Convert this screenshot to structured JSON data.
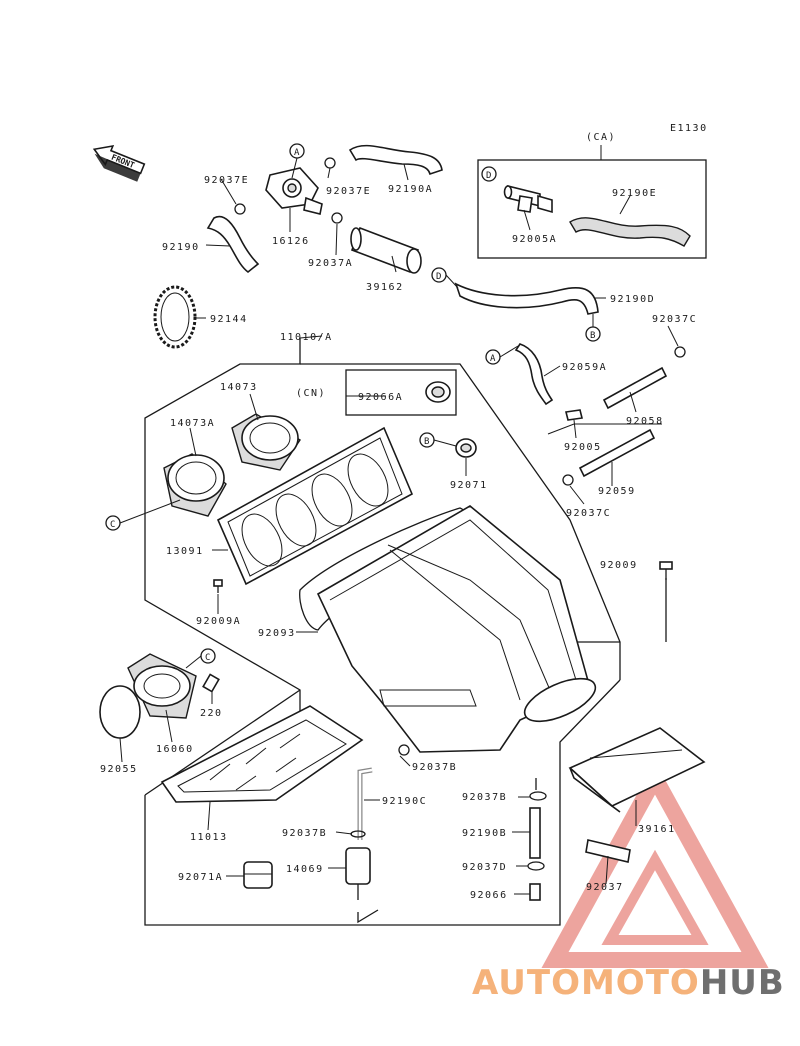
{
  "diagram_code": "E1130",
  "front_label": "FRONT",
  "variant_ca": "(CA)",
  "variant_cn": "(CN)",
  "callouts": {
    "a": "A",
    "b": "B",
    "c": "C",
    "d": "D"
  },
  "parts": {
    "p92037E_1": "92037E",
    "p92037E_2": "92037E",
    "p92190A": "92190A",
    "p16126": "16126",
    "p92190": "92190",
    "p92037A": "92037A",
    "p39162": "39162",
    "p92190E": "92190E",
    "p92005A": "92005A",
    "p92190D": "92190D",
    "p92144": "92144",
    "p11010A": "11010/A",
    "p92037C_1": "92037C",
    "p92059A": "92059A",
    "p14073": "14073",
    "p92066A": "92066A",
    "p92058": "92058",
    "p14073A": "14073A",
    "p92071": "92071",
    "p92005": "92005",
    "p92059": "92059",
    "p92037C_2": "92037C",
    "p13091": "13091",
    "p92009": "92009",
    "p92009A": "92009A",
    "p92093": "92093",
    "p220": "220",
    "p16060": "16060",
    "p92055": "92055",
    "p92037B_1": "92037B",
    "p92190C": "92190C",
    "p92037B_2": "92037B",
    "p11013": "11013",
    "p92037B_3": "92037B",
    "p92190B": "92190B",
    "p39161": "39161",
    "p14069": "14069",
    "p92037D": "92037D",
    "p92071A": "92071A",
    "p92037": "92037",
    "p92066": "92066"
  },
  "watermark": {
    "part1": "AUTOMOTO",
    "part2": "HUB",
    "color1": "#f5b27a",
    "color2": "#6f6f6f",
    "triangle_color": "#e05a4f"
  }
}
